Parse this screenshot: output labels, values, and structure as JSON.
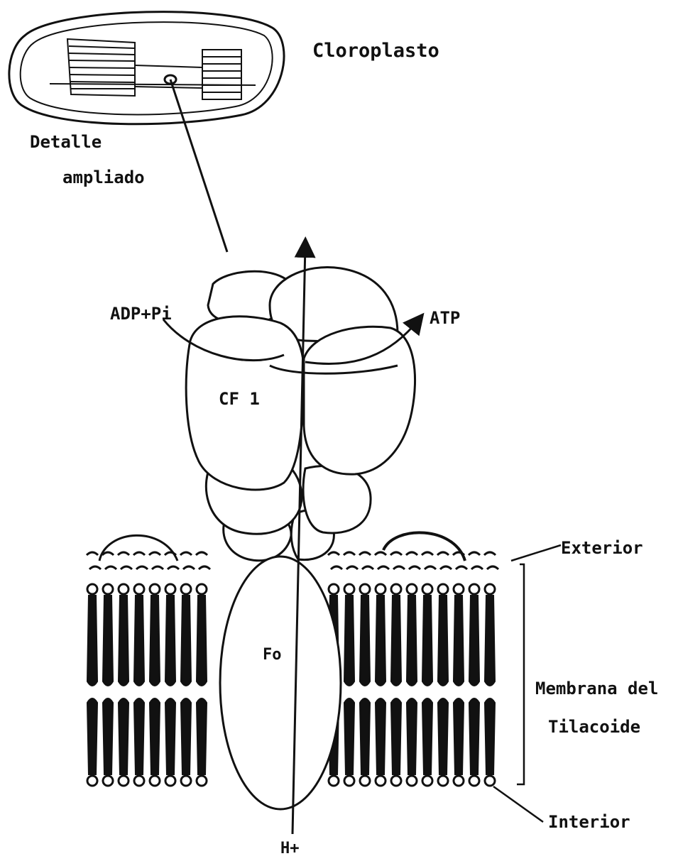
{
  "labels": {
    "chloroplast": "Cloroplasto",
    "detail_line1": "Detalle",
    "detail_line2": "ampliado",
    "adp": "ADP+Pi",
    "atp": "ATP",
    "cf1": "CF 1",
    "fo": "Fo",
    "exterior": "Exterior",
    "membrane_line1": "Membrana del",
    "membrane_line2": "Tilacoide",
    "interior": "Interior",
    "proton": "H+"
  },
  "colors": {
    "ink": "#111111",
    "paper": "#ffffff"
  }
}
